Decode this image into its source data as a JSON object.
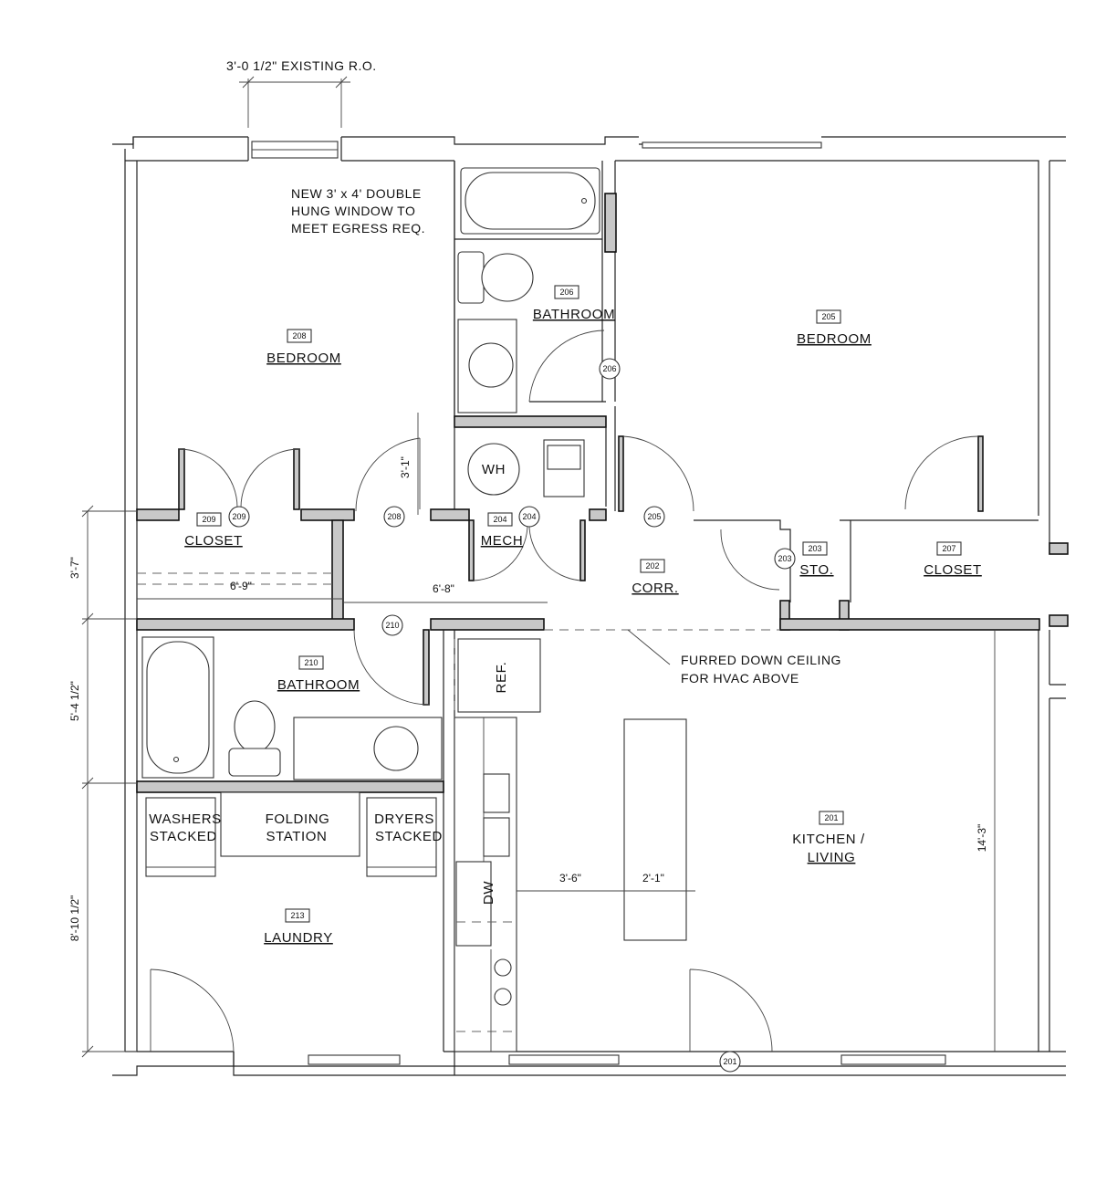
{
  "rooms": {
    "r208": {
      "number": "208",
      "name": "BEDROOM"
    },
    "r206": {
      "number": "206",
      "name": "BATHROOM"
    },
    "r205": {
      "number": "205",
      "name": "BEDROOM"
    },
    "r209": {
      "number": "209",
      "name": "CLOSET"
    },
    "r204": {
      "number": "204",
      "name": "MECH"
    },
    "r202": {
      "number": "202",
      "name": "CORR."
    },
    "r203": {
      "number": "203",
      "name": "STO."
    },
    "r207": {
      "number": "207",
      "name": "CLOSET"
    },
    "r210": {
      "number": "210",
      "name": "BATHROOM"
    },
    "r213": {
      "number": "213",
      "name": "LAUNDRY"
    },
    "r201": {
      "number": "201",
      "name_line1": "KITCHEN /",
      "name_line2": "LIVING"
    }
  },
  "doors": [
    "206",
    "209",
    "208",
    "204",
    "205",
    "203",
    "210",
    "201"
  ],
  "notes": {
    "window_ro": "3'-0 1/2\" EXISTING R.O.",
    "window_line1": "NEW 3' x 4' DOUBLE",
    "window_line2": "HUNG WINDOW TO",
    "window_line3": "MEET EGRESS REQ.",
    "hvac_line1": "FURRED DOWN CEILING",
    "hvac_line2": "FOR HVAC ABOVE"
  },
  "fixtures": {
    "wh": "WH",
    "ref": "REF.",
    "dw": "DW",
    "washers_line1": "WASHERS",
    "washers_line2": "STACKED",
    "folding_line1": "FOLDING",
    "folding_line2": "STATION",
    "dryers_line1": "DRYERS",
    "dryers_line2": "STACKED"
  },
  "dimensions": {
    "closet_width": "6'-9\"",
    "corr_width": "6'-8\"",
    "mech_door": "3'-1\"",
    "left_top": "3'-7\"",
    "left_mid": "5'-4 1/2\"",
    "left_bottom": "8'-10 1/2\"",
    "right": "14'-3\"",
    "aisle": "3'-6\"",
    "island": "2'-1\""
  }
}
